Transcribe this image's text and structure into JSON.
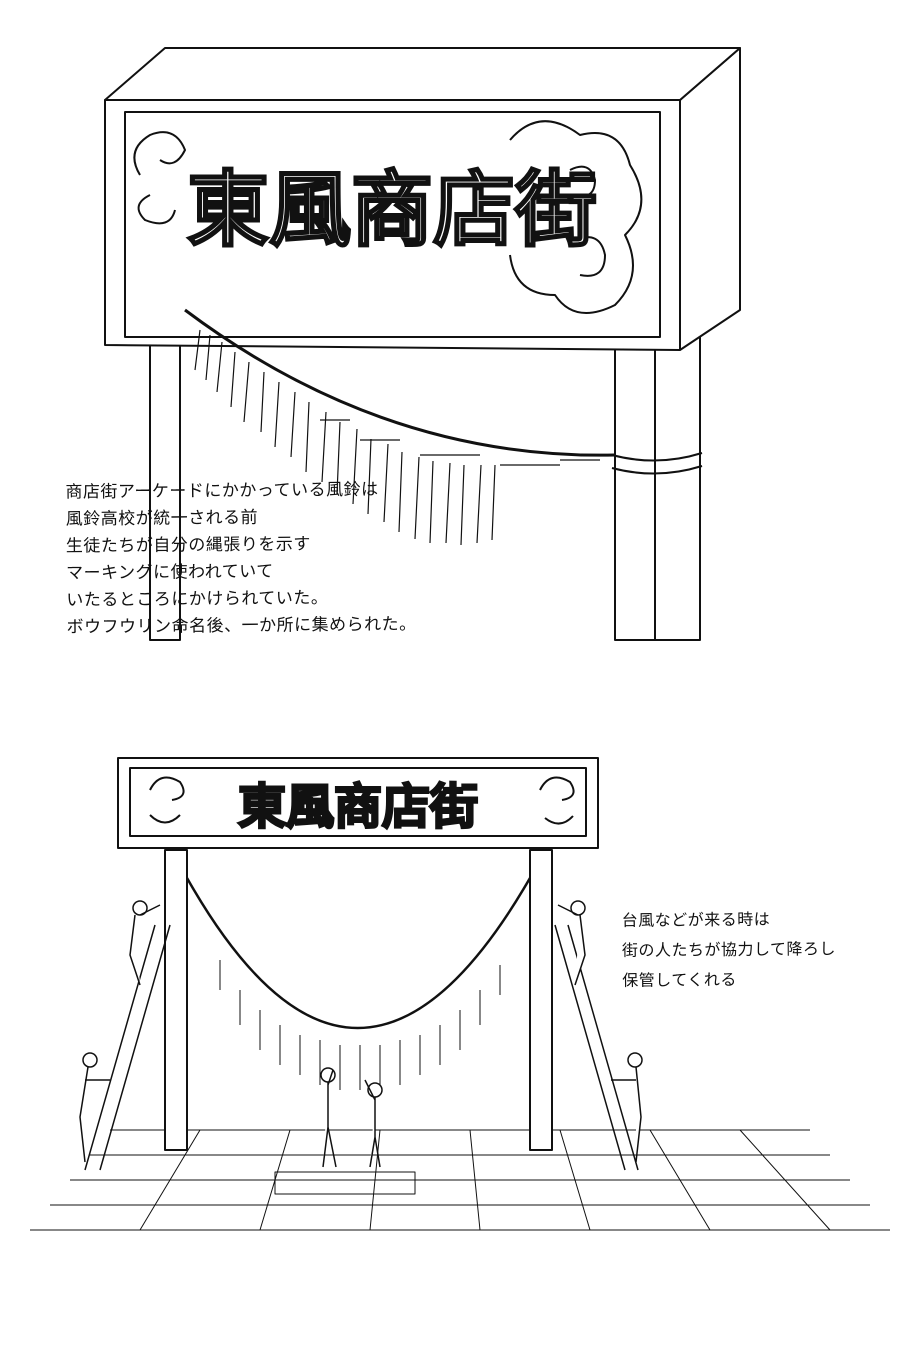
{
  "top_sign": {
    "text": "東風商店街"
  },
  "bottom_sign": {
    "text": "東風商店街"
  },
  "note_top": {
    "lines": [
      "商店街アーケードにかかっている風鈴は",
      "風鈴高校が統一される前",
      "生徒たちが自分の縄張りを示す",
      "マーキングに使われていて",
      "いたるところにかけられていた。",
      "ボウフウリン命名後、一か所に集められた。"
    ]
  },
  "note_bottom": {
    "lines": [
      "台風などが来る時は",
      "街の人たちが協力して降ろし",
      "保管してくれる"
    ]
  }
}
